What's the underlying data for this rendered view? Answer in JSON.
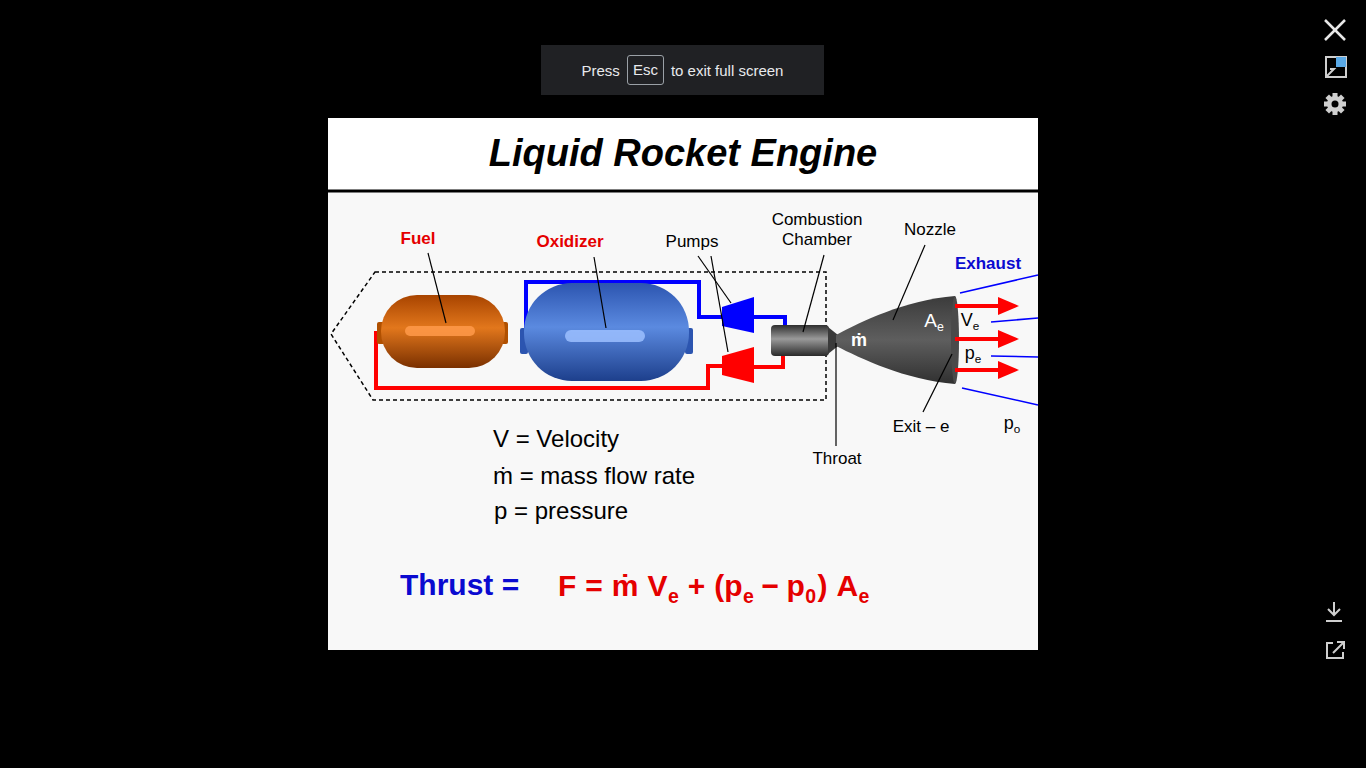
{
  "diagram": {
    "title": "Liquid Rocket Engine",
    "nodes": [
      {
        "text": [
          "Press",
          "to exit full screen"
        ]
      },
      {
        "text": [
          "Esc"
        ],
        "in": 0
      }
    ],
    "labels": [
      "Fuel",
      "Oxidizer",
      "Pumps",
      "Combustion Chamber",
      "Nozzle",
      "Exhaust",
      "A",
      "e",
      "V",
      "e",
      "p",
      "e",
      "ṁ",
      "Exit – e",
      "Throat",
      "p",
      "o",
      "V = Velocity",
      "ṁ = mass flow rate",
      "p = pressure",
      "Thrust =",
      "F",
      "=",
      "ṁ",
      "V",
      "e",
      "+",
      "(p",
      "e",
      "−",
      "p",
      "0",
      ")",
      "A",
      "e"
    ]
  }
}
